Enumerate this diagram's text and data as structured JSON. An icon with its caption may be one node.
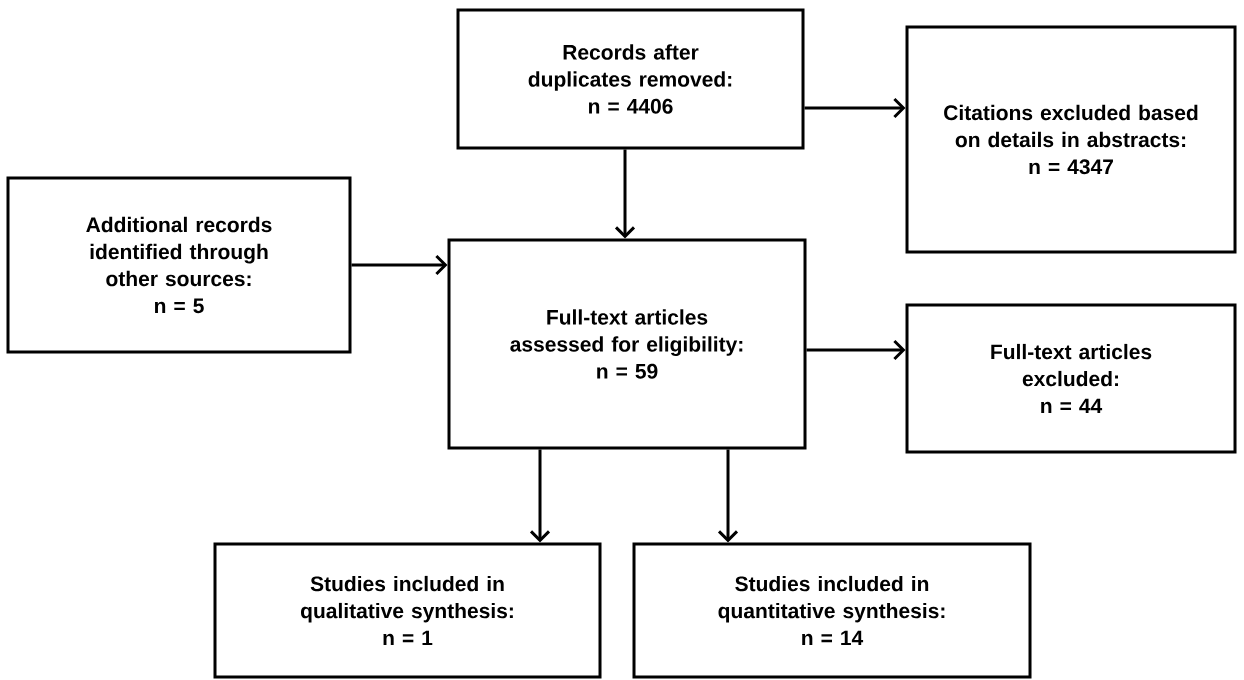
{
  "diagram": {
    "nodes": [
      {
        "text": [
          "Records after duplicates removed:",
          "n = 4406"
        ]
      },
      {
        "text": [
          "Citations excluded based on details in abstracts:",
          "n = 4347"
        ]
      },
      {
        "text": [
          "Additional records identified through other sources:",
          "n = 5"
        ]
      },
      {
        "text": [
          "Full-text articles assessed for eligibility:",
          "n = 59"
        ]
      },
      {
        "text": [
          "Full-text articles excluded:",
          "n = 44"
        ]
      },
      {
        "text": [
          "Studies included in qualitative synthesis:",
          "n = 1"
        ]
      },
      {
        "text": [
          "Studies included in quantitative synthesis:",
          "n = 14"
        ]
      }
    ],
    "edges": [
      {
        "from": 0,
        "to": 1,
        "arrow": "to"
      },
      {
        "from": 0,
        "to": 3,
        "arrow": "to"
      },
      {
        "from": 2,
        "to": 3,
        "arrow": "to"
      },
      {
        "from": 3,
        "to": 4,
        "arrow": "to"
      },
      {
        "from": 3,
        "to": 5,
        "arrow": "to"
      },
      {
        "from": 3,
        "to": 6,
        "arrow": "to"
      }
    ]
  }
}
